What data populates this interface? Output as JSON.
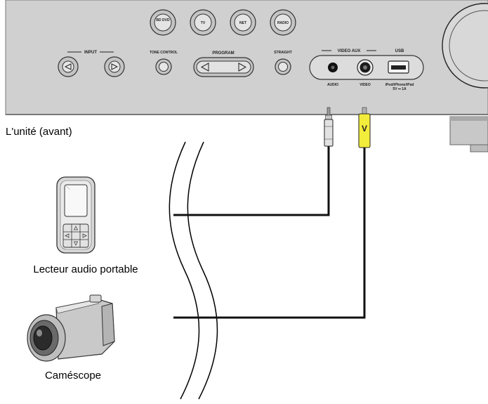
{
  "panel": {
    "source_buttons": [
      "BD DVD",
      "TV",
      "NET",
      "RADIO"
    ],
    "labels": {
      "input": "INPUT",
      "tone_control": "TONE CONTROL",
      "program": "PROGRAM",
      "straight": "STRAIGHT",
      "video_aux": "VIDEO AUX",
      "usb": "USB",
      "audio": "AUDIO",
      "video": "VIDEO",
      "usb_note_1": "iPod/iPhone/iPad",
      "usb_note_2": "5V ⎓ 1A"
    }
  },
  "cable": {
    "video_plug_letter": "V"
  },
  "captions": {
    "unit_front": "L'unité (avant)",
    "portable_player": "Lecteur audio portable",
    "camcorder": "Caméscope"
  },
  "colors": {
    "panel": "#cfcfcf",
    "video_plug": "#f2ec3a",
    "cable": "#111111"
  }
}
